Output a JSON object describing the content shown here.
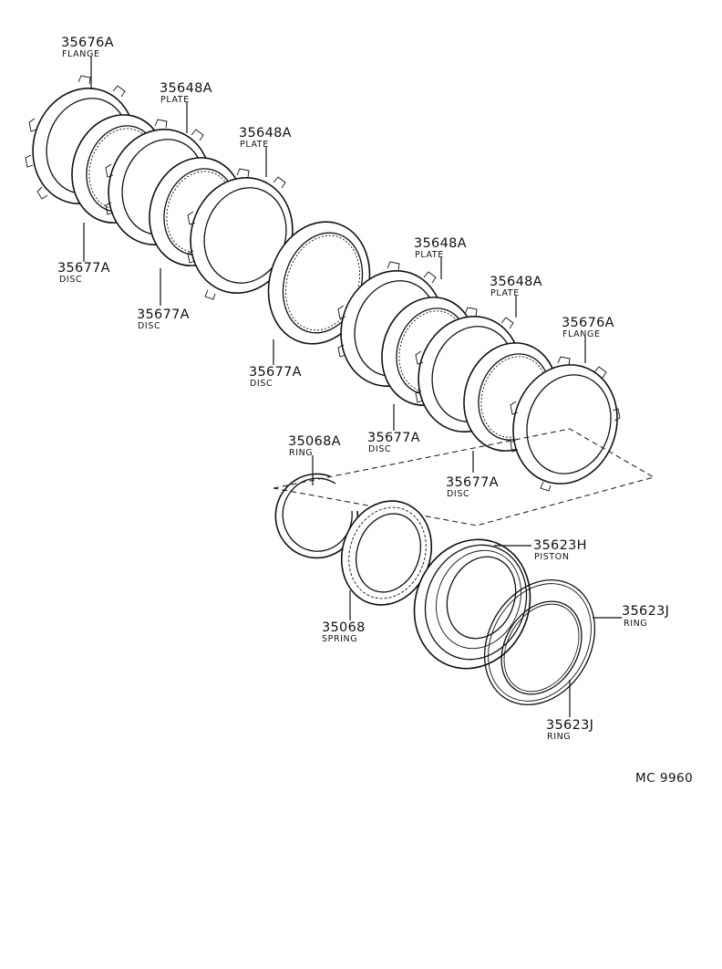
{
  "callouts": [
    {
      "part_number": "35676A",
      "name": "FLANGE"
    },
    {
      "part_number": "35648A",
      "name": "PLATE"
    },
    {
      "part_number": "35648A",
      "name": "PLATE"
    },
    {
      "part_number": "35677A",
      "name": "DISC"
    },
    {
      "part_number": "35677A",
      "name": "DISC"
    },
    {
      "part_number": "35677A",
      "name": "DISC"
    },
    {
      "part_number": "35648A",
      "name": "PLATE"
    },
    {
      "part_number": "35648A",
      "name": "PLATE"
    },
    {
      "part_number": "35676A",
      "name": "FLANGE"
    },
    {
      "part_number": "35677A",
      "name": "DISC"
    },
    {
      "part_number": "35677A",
      "name": "DISC"
    },
    {
      "part_number": "35068A",
      "name": "RING"
    },
    {
      "part_number": "35623H",
      "name": "PISTON"
    },
    {
      "part_number": "35068",
      "name": "SPRING"
    },
    {
      "part_number": "35623J",
      "name": "RING"
    },
    {
      "part_number": "35623J",
      "name": "RING"
    }
  ],
  "figure_ref": "MC 9960"
}
